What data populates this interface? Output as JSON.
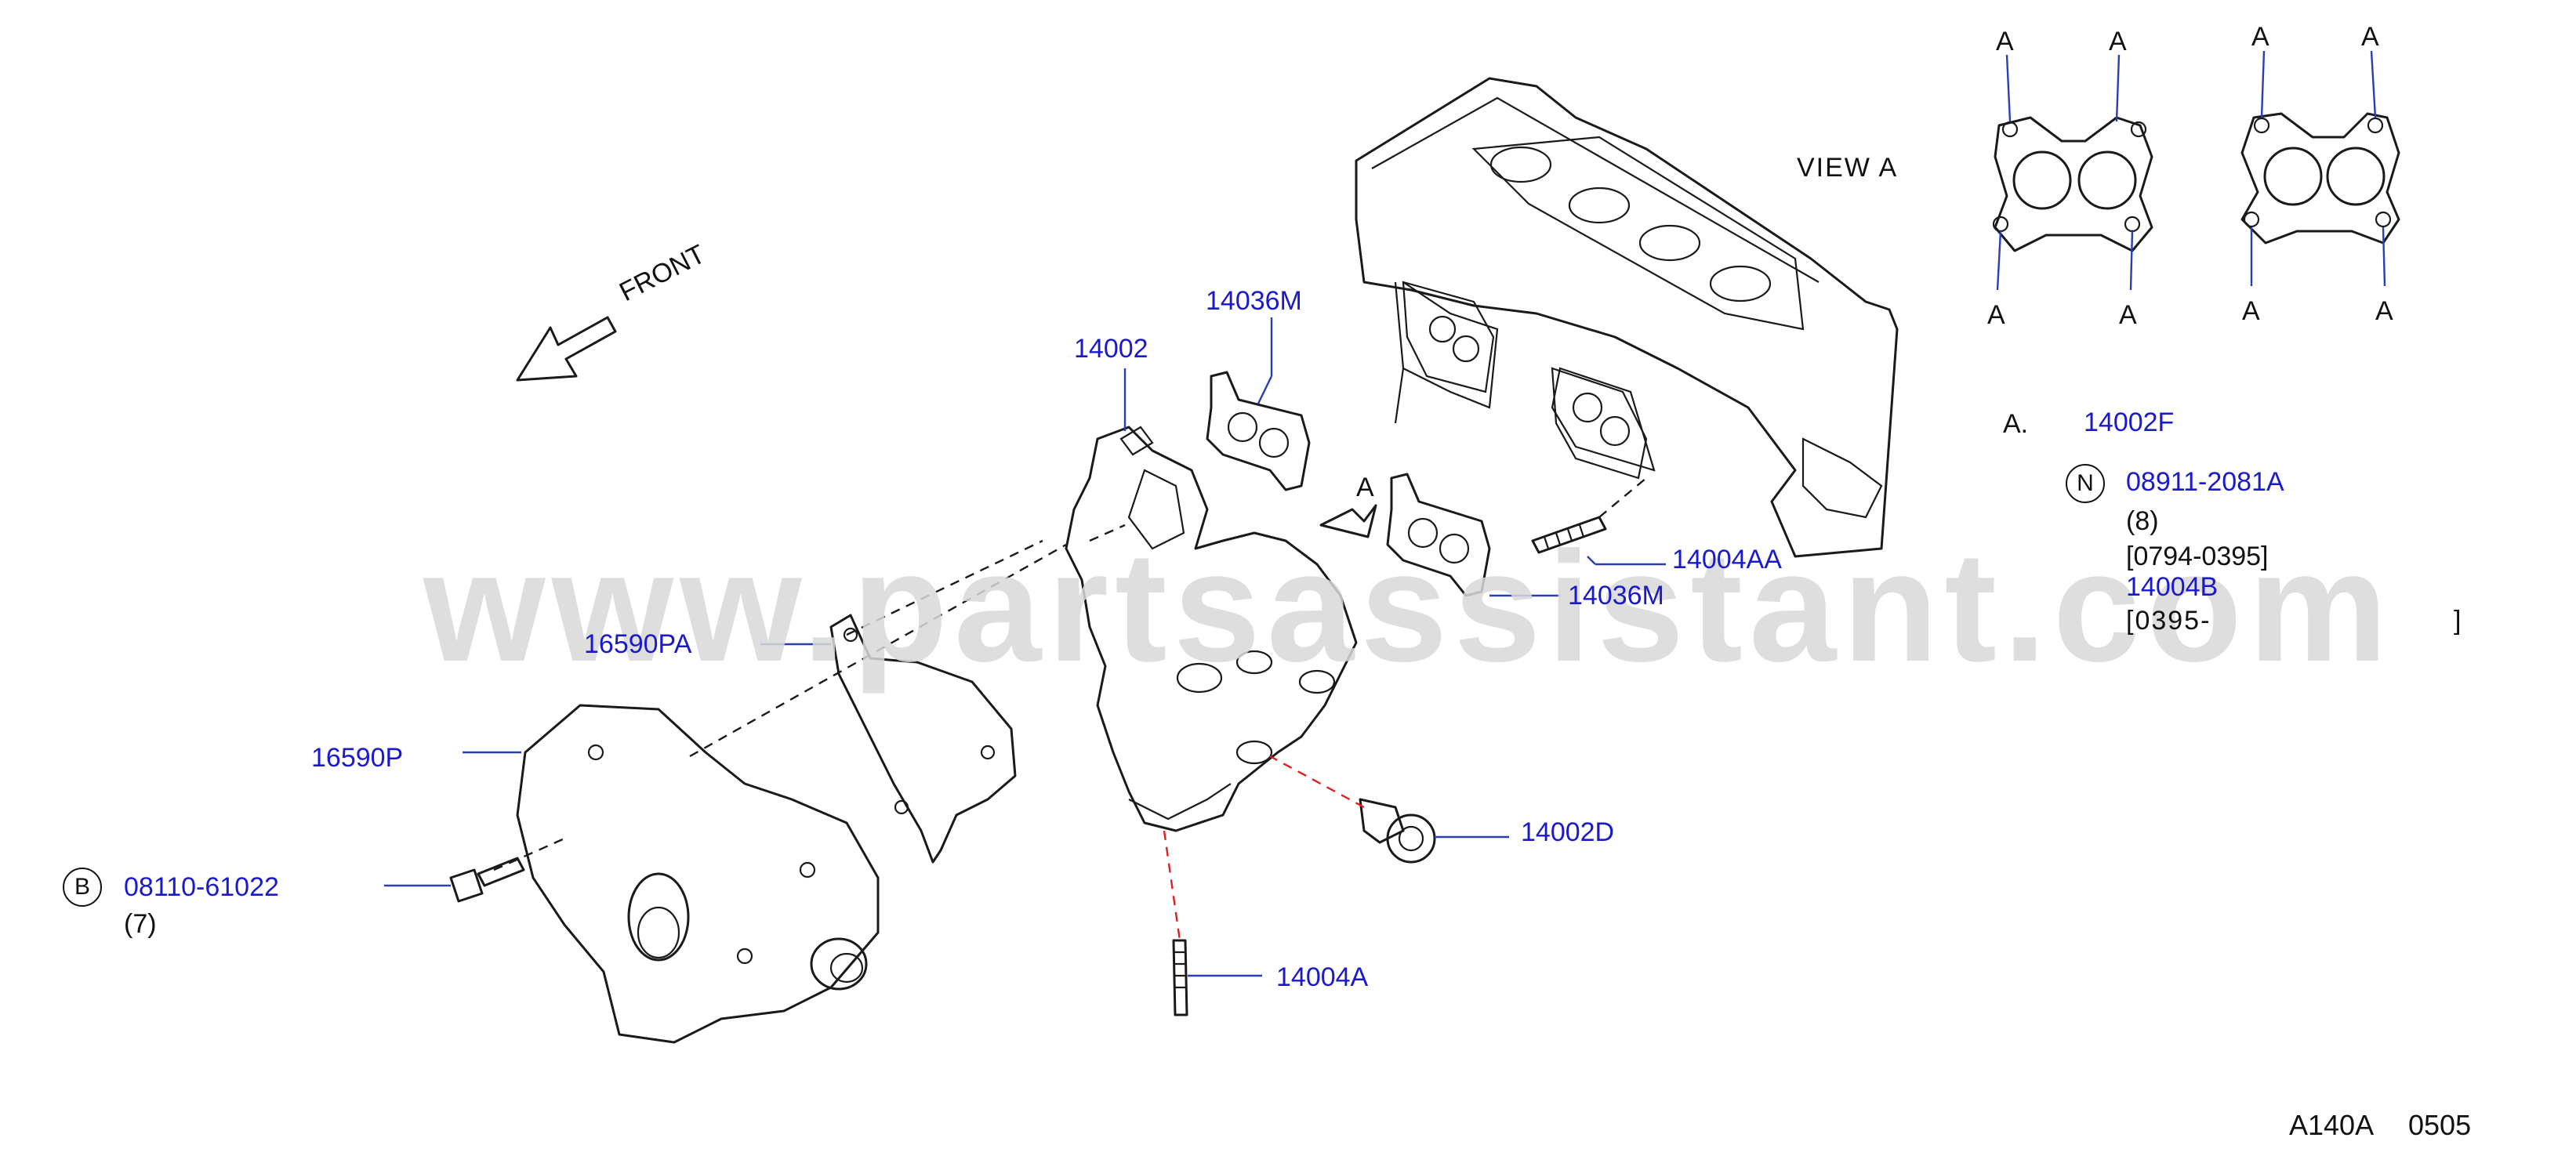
{
  "watermark": "www.partsassistant.com",
  "direction": {
    "label": "FRONT"
  },
  "view_label": "VIEW  A",
  "arrow_label": "A",
  "parts": {
    "p14036m_top": "14036M",
    "p14002": "14002",
    "p14004aa": "14004AA",
    "p14036m_mid": "14036M",
    "p16590pa": "16590PA",
    "p16590p": "16590P",
    "p14002d": "14002D",
    "p14004a": "14004A",
    "p08110": "08110-61022",
    "p08110_qty": "(7)"
  },
  "view_a_points": [
    "A",
    "A",
    "A",
    "A",
    "A",
    "A",
    "A",
    "A"
  ],
  "legend": {
    "prefix": "A.",
    "part": "14002F",
    "n_symbol": "N",
    "n_part": "08911-2081A",
    "n_qty": "(8)",
    "n_range1": "[0794-0395]",
    "alt_part": "14004B",
    "alt_range_open": "[0395-",
    "alt_range_close": "]"
  },
  "b_symbol": "B",
  "code": {
    "left": "A140A",
    "right": "0505"
  },
  "colors": {
    "part_number": "#1a1acc",
    "leader": "#2a3fb0",
    "dashed_red": "#e02020",
    "ink": "#1a1a1a"
  }
}
